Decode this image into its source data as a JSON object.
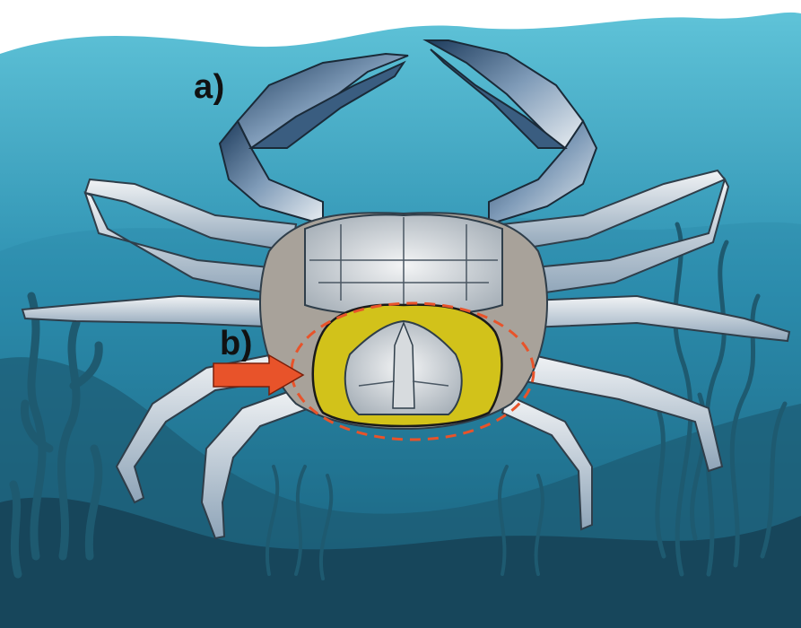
{
  "labels": {
    "a": "a)",
    "b": "b)"
  },
  "colors": {
    "water_top": "#5fc3d8",
    "water_bottom": "#0f4a63",
    "seafloor": "#1b4a5e",
    "weed": "#1e5a70",
    "crab_shell": "#d9dde0",
    "crab_body_shade": "#a8a29a",
    "claw_dark": "#24486e",
    "egg_sponge": "#d2c21a",
    "arrow": "#e8532a",
    "dashed_outline": "#e8532a"
  },
  "icons": {
    "arrow": "right-arrow-icon",
    "highlight": "dashed-ellipse-outline"
  }
}
